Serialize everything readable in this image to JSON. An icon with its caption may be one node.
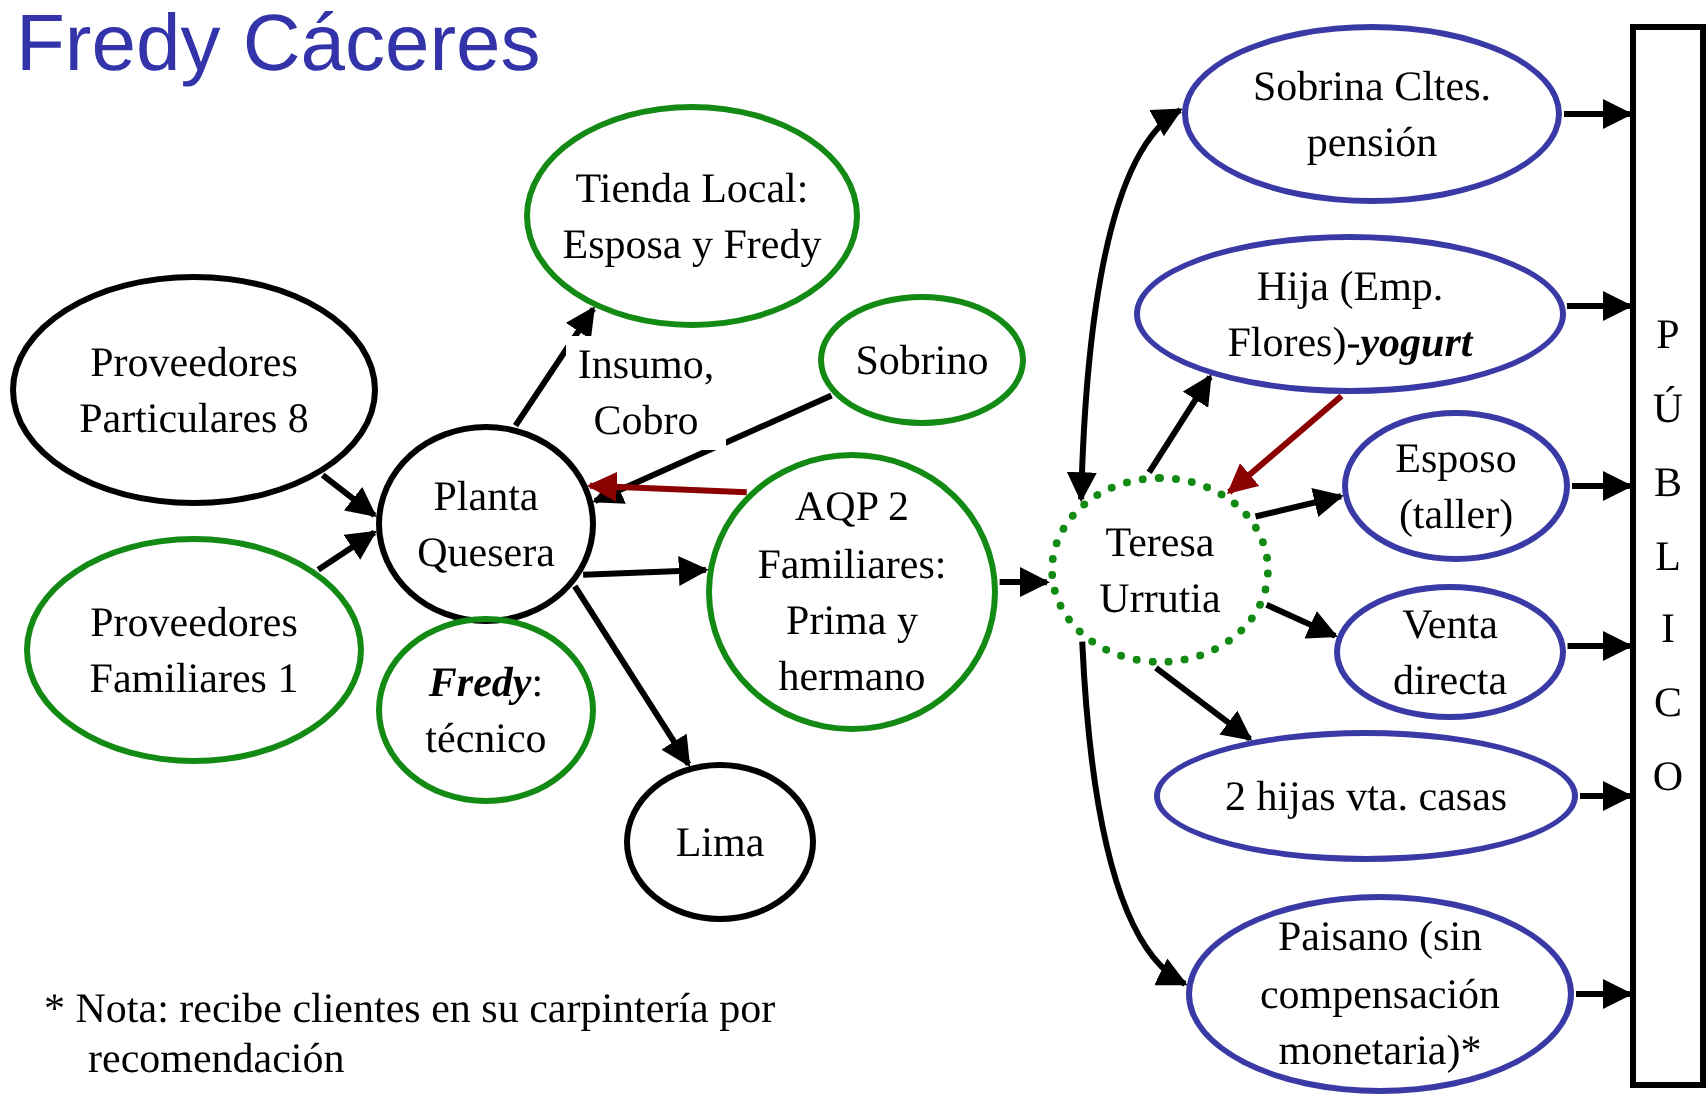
{
  "diagram": {
    "title": "Fredy Cáceres",
    "nodes": [
      {
        "text": [
          "Proveedores Particulares 8"
        ]
      },
      {
        "text": [
          "Proveedores Familiares 1"
        ]
      },
      {
        "text": [
          "Planta Quesera"
        ]
      },
      {
        "text": [
          "**Fredy**: técnico"
        ]
      },
      {
        "text": [
          "Tienda Local: Esposa y Fredy"
        ]
      },
      {
        "text": [
          "Sobrino"
        ]
      },
      {
        "text": [
          "AQP 2 Familiares: Prima y hermano"
        ]
      },
      {
        "text": [
          "Lima"
        ]
      },
      {
        "text": [
          "Teresa Urrutia"
        ]
      },
      {
        "text": [
          "Sobrina Cltes. pensión"
        ]
      },
      {
        "text": [
          "Hija (Emp. Flores)-**yogurt**"
        ]
      },
      {
        "text": [
          "Esposo (taller)"
        ]
      },
      {
        "text": [
          "Venta directa"
        ]
      },
      {
        "text": [
          "2 hijas vta. casas"
        ]
      },
      {
        "text": [
          "Paisano (sin compensación monetaria)*"
        ]
      },
      {
        "text": [
          "PÚBLICO"
        ]
      }
    ],
    "edges": [
      {
        "from": 0,
        "to": 2,
        "arrow": "to"
      },
      {
        "from": 1,
        "to": 2,
        "arrow": "to"
      },
      {
        "from": 2,
        "to": 4,
        "arrow": "to"
      },
      {
        "from": 2,
        "to": 6,
        "arrow": "to"
      },
      {
        "from": 2,
        "to": 7,
        "arrow": "to"
      },
      {
        "from": 5,
        "to": 2,
        "arrow": "to"
      },
      {
        "from": 6,
        "to": 2,
        "arrow": "to",
        "label": "Insumo, Cobro",
        "color": "#8b0000"
      },
      {
        "from": 6,
        "to": 8,
        "arrow": "to"
      },
      {
        "from": 8,
        "to": 9,
        "arrow": "both"
      },
      {
        "from": 8,
        "to": 10,
        "arrow": "to"
      },
      {
        "from": 10,
        "to": 8,
        "arrow": "to",
        "color": "#8b0000"
      },
      {
        "from": 8,
        "to": 11,
        "arrow": "to"
      },
      {
        "from": 8,
        "to": 12,
        "arrow": "to"
      },
      {
        "from": 8,
        "to": 13,
        "arrow": "to"
      },
      {
        "from": 8,
        "to": 14,
        "arrow": "to"
      },
      {
        "from": 9,
        "to": 15,
        "arrow": "to"
      },
      {
        "from": 10,
        "to": 15,
        "arrow": "to"
      },
      {
        "from": 11,
        "to": 15,
        "arrow": "to"
      },
      {
        "from": 12,
        "to": 15,
        "arrow": "to"
      },
      {
        "from": 13,
        "to": 15,
        "arrow": "to"
      },
      {
        "from": 14,
        "to": 15,
        "arrow": "to"
      }
    ],
    "labels": [
      "* Nota: recibe clientes en su carpintería por recomendación"
    ]
  }
}
